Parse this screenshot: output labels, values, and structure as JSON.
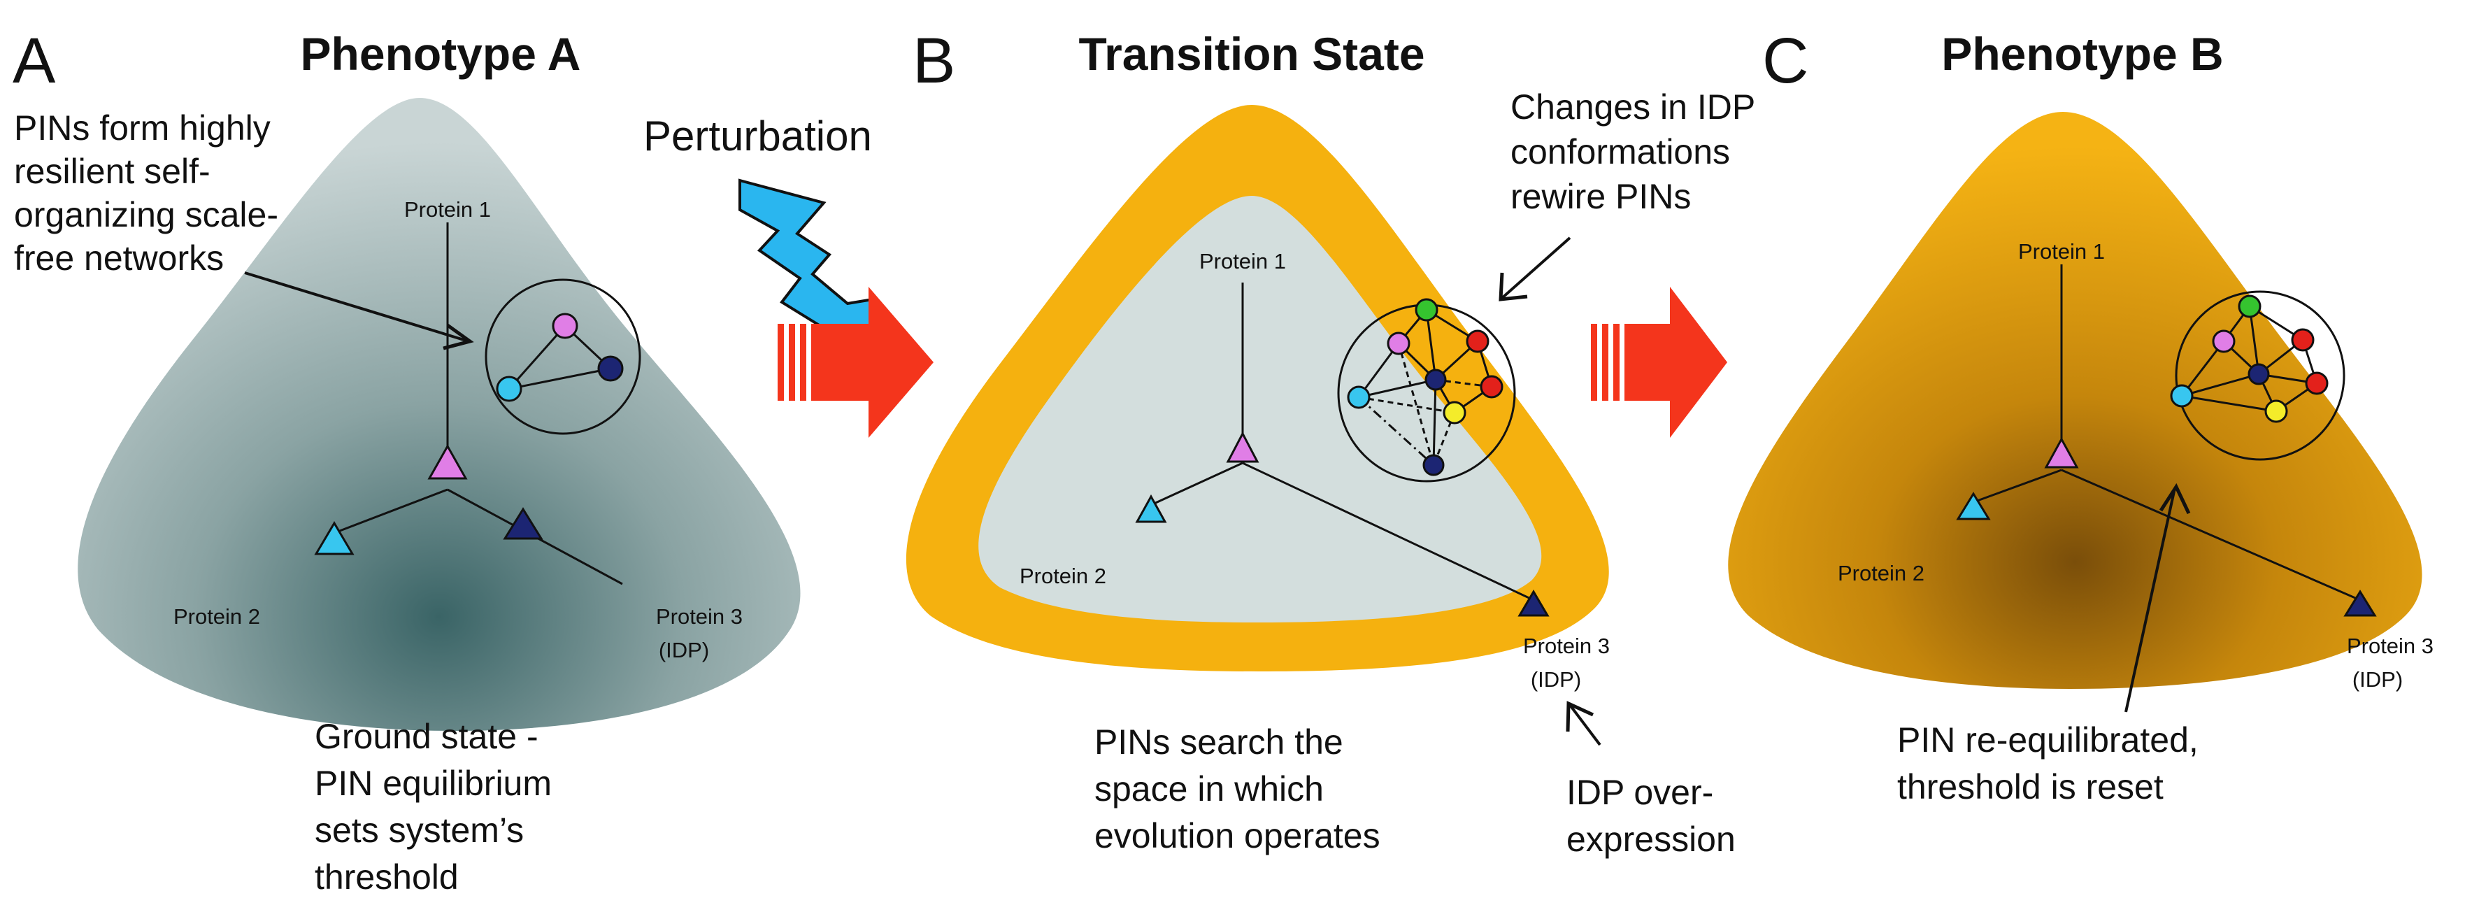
{
  "panels": {
    "A": {
      "letter": "A",
      "title": "Phenotype A",
      "annotation": [
        "PINs form highly",
        "resilient self-",
        "organizing scale-",
        "free networks"
      ],
      "caption": [
        "Ground state -",
        "PIN equilibrium",
        "sets system’s",
        "threshold"
      ],
      "protein1": "Protein 1",
      "protein2": "Protein 2",
      "protein3": [
        "Protein 3",
        "(IDP)"
      ]
    },
    "B": {
      "letter": "B",
      "title": "Transition State",
      "annotation": [
        "Changes in IDP",
        "conformations",
        "rewire PINs"
      ],
      "caption": [
        "PINs search the",
        "space in which",
        "evolution operates"
      ],
      "caption2": [
        "IDP over-",
        "expression"
      ],
      "protein1": "Protein 1",
      "protein2": "Protein 2",
      "protein3": [
        "Protein 3",
        "(IDP)"
      ]
    },
    "C": {
      "letter": "C",
      "title": "Phenotype B",
      "caption": [
        "PIN re-equilibrated,",
        "threshold is reset"
      ],
      "protein1": "Protein 1",
      "protein2": "Protein 2",
      "protein3": [
        "Protein 3",
        "(IDP)"
      ]
    }
  },
  "perturbation": "Perturbation",
  "colors": {
    "phenotype_a_fill": "#b9c9c9",
    "phenotype_a_center": "#355f61",
    "transition_outer": "#f5b10f",
    "transition_inner": "#d3dedd",
    "phenotype_b_fill": "#f4b013",
    "phenotype_b_center": "#7a4e0a",
    "arrow_red": "#f4351c",
    "lightning": "#2ab6ef",
    "node_pink": "#e07ee6",
    "node_cyan": "#38c6ef",
    "node_navy": "#1c2573",
    "node_green": "#35c42f",
    "node_red": "#e3211b",
    "node_yellow": "#f4ec2a"
  }
}
